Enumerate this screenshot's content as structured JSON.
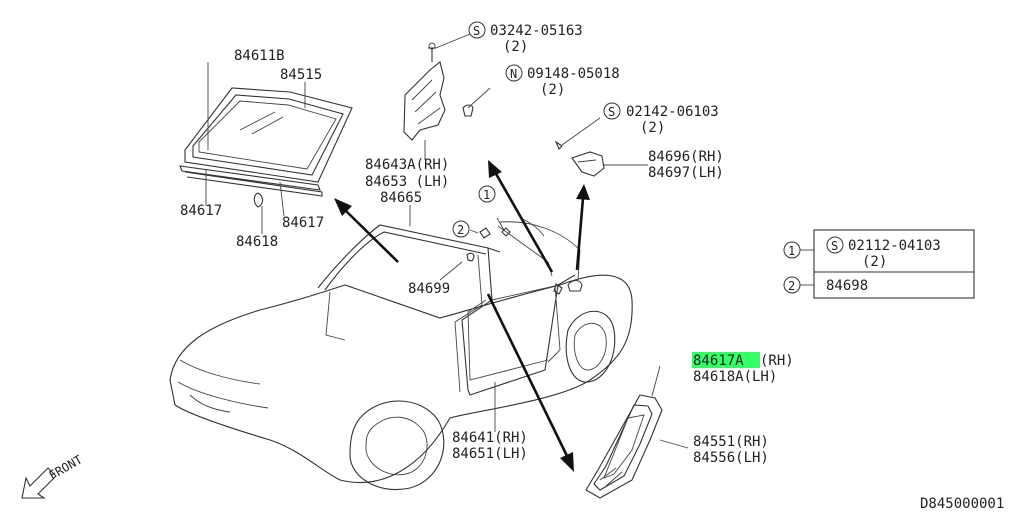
{
  "labels": {
    "p84611b": "84611B",
    "p84515": "84515",
    "p84617_left": "84617",
    "p84617_right": "84617",
    "p84618": "84618",
    "p84665": "84665",
    "p84699": "84699",
    "p84643a": "84643A(RH)",
    "p84653": "84653 (LH)",
    "p03242": "03242-05163",
    "p03242_qty": "(2)",
    "p09148": "09148-05018",
    "p09148_qty": "(2)",
    "p02142": "02142-06103",
    "p02142_qty": "(2)",
    "p84696": "84696(RH)",
    "p84697": "84697(LH)",
    "p84617a": "84617A",
    "p84617a_rh": "(RH)",
    "p84618a": "84618A(LH)",
    "p84641": "84641(RH)",
    "p84651": "84651(LH)",
    "p84551": "84551(RH)",
    "p84556": "84556(LH)",
    "front": "FRONT",
    "diagram_id": "D845000001"
  },
  "markers": {
    "s": "S",
    "n": "N",
    "one": "1",
    "two": "2"
  },
  "legend": {
    "row1_part": "02112-04103",
    "row1_qty": "(2)",
    "row2_part": "84698"
  },
  "colors": {
    "highlight": "#33ff66",
    "ink": "#222222"
  }
}
